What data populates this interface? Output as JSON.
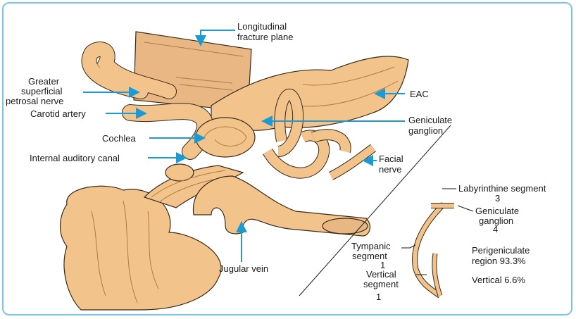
{
  "colors": {
    "border": "#7cc3e4",
    "arrow": "#1b9ad4",
    "tissue": "#f2c48c",
    "tissue_dark": "#b07a45",
    "outline": "#3a2a1a"
  },
  "labels": {
    "fracture_plane": [
      "Longitudinal",
      "fracture plane"
    ],
    "gspn": [
      "Greater",
      "superficial",
      "petrosal nerve"
    ],
    "carotid": "Carotid artery",
    "cochlea": "Cochlea",
    "iac": "Internal auditory canal",
    "eac": "EAC",
    "geniculate": [
      "Geniculate",
      "ganglion"
    ],
    "facial_nerve": [
      "Facial",
      "nerve"
    ],
    "jugular": "Jugular vein"
  },
  "inset": {
    "labyrinthine": {
      "name": "Labyrinthine segment",
      "num": "3"
    },
    "geniculate": {
      "name": [
        "Geniculate",
        "ganglion"
      ],
      "num": "4"
    },
    "tympanic": {
      "name": [
        "Tympanic",
        "segment"
      ],
      "num": "1"
    },
    "vertical": {
      "name": [
        "Vertical",
        "segment"
      ],
      "num": "1"
    },
    "stats": [
      "Perigeniculate",
      "region 93.3%",
      "Vertical 6.6%"
    ]
  }
}
